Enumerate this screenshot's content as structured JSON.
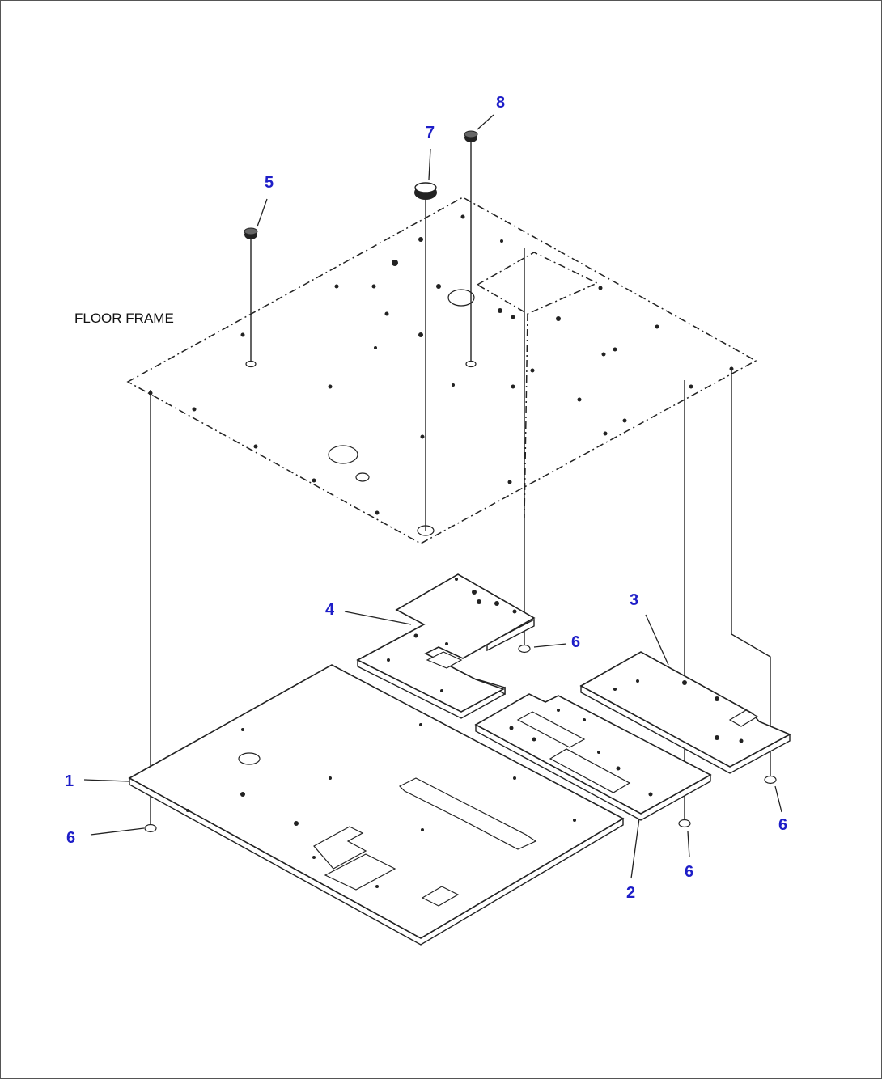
{
  "caption": {
    "floor_frame": "FLOOR FRAME"
  },
  "callouts": {
    "c1": "1",
    "c2": "2",
    "c3": "3",
    "c4": "4",
    "c5": "5",
    "c6a": "6",
    "c6b": "6",
    "c6c": "6",
    "c6d": "6",
    "c7": "7",
    "c8": "8"
  },
  "colors": {
    "callout": "#1e1ec8",
    "line": "#222222",
    "background": "#ffffff"
  }
}
